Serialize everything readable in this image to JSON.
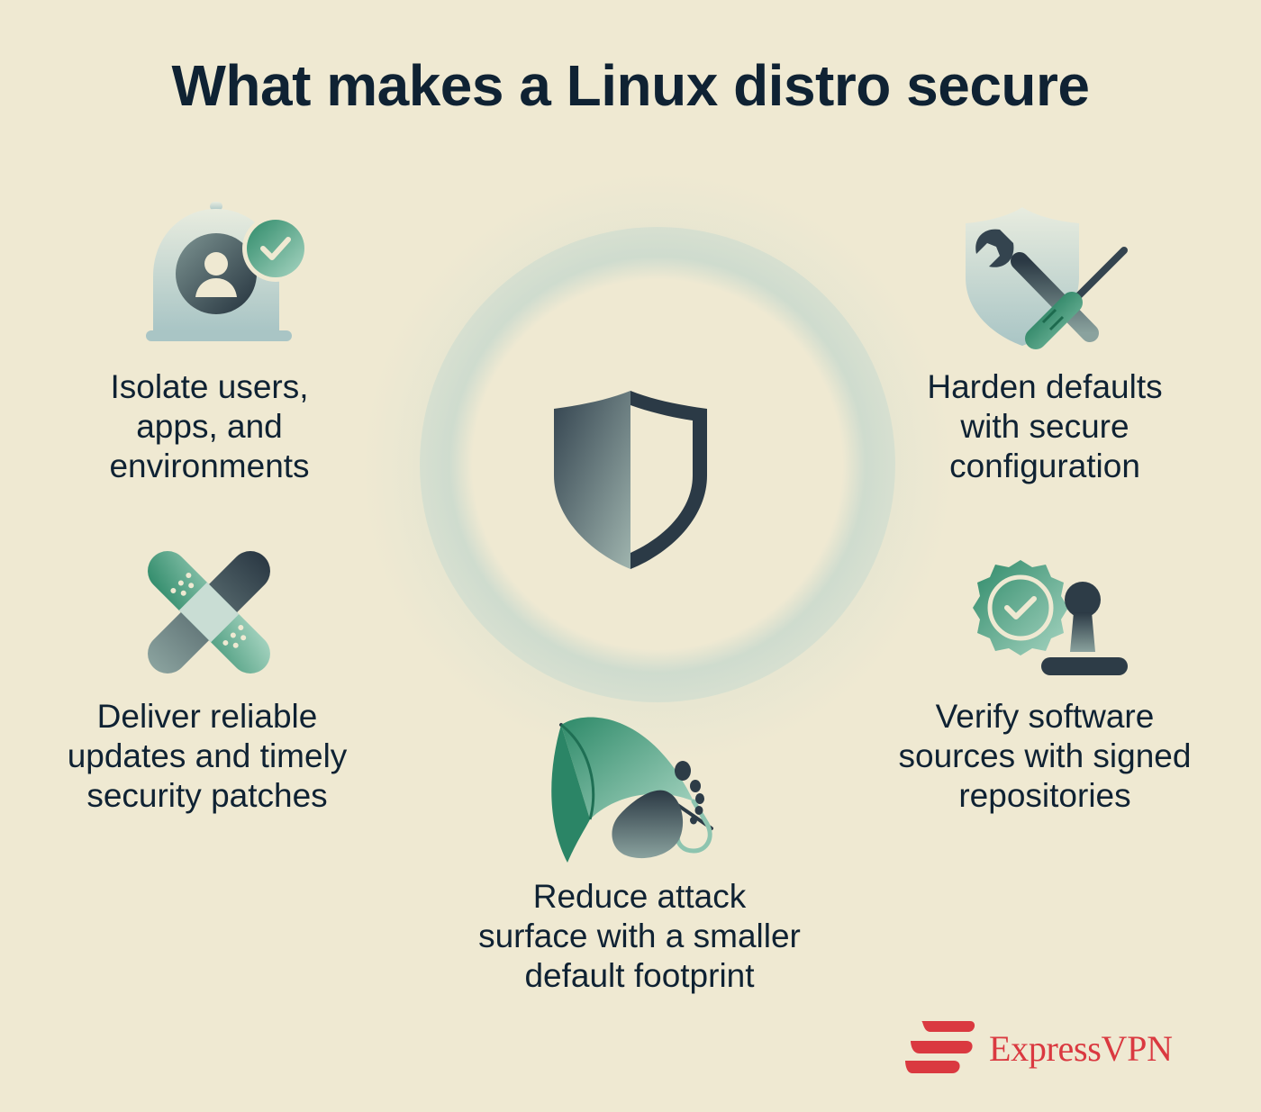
{
  "title": "What makes a Linux distro secure",
  "items": [
    {
      "icon": "user-isolation-dome-icon",
      "lines": [
        "Isolate users,",
        "apps, and",
        "environments"
      ]
    },
    {
      "icon": "wrench-screwdriver-shield-icon",
      "lines": [
        "Harden defaults",
        "with secure",
        "configuration"
      ]
    },
    {
      "icon": "bandage-icon",
      "lines": [
        "Deliver reliable",
        "updates and timely",
        "security patches"
      ]
    },
    {
      "icon": "seal-stamp-icon",
      "lines": [
        "Verify software",
        "sources with signed",
        "repositories"
      ]
    },
    {
      "icon": "umbrella-footprint-icon",
      "lines": [
        "Reduce attack",
        "surface with a smaller",
        "default footprint"
      ]
    }
  ],
  "center_icon": "shield-icon",
  "brand": {
    "name": "ExpressVPN",
    "color": "#da3940"
  },
  "colors": {
    "background": "#efe9d2",
    "text": "#0f2233",
    "accent_green": "#2f8f6c",
    "slate": "#3e4f5b"
  }
}
